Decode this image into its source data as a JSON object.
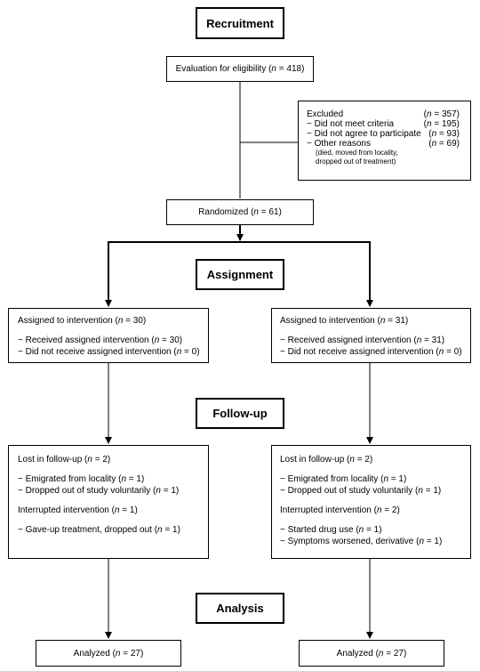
{
  "stages": {
    "recruitment": "Recruitment",
    "assignment": "Assignment",
    "followup": "Follow-up",
    "analysis": "Analysis"
  },
  "eligibility": {
    "pre": "Evaluation for eligibility (",
    "n": "n",
    "post": " = 418)"
  },
  "excluded": {
    "rows": [
      {
        "label": "Excluded",
        "pre": "(",
        "n": "n",
        "post": " = 357)"
      },
      {
        "label": "− Did not meet criteria",
        "pre": "(",
        "n": "n",
        "post": " = 195)"
      },
      {
        "label": "− Did not agree to participate",
        "pre": "(",
        "n": "n",
        "post": " = 93)"
      },
      {
        "label": "− Other reasons",
        "pre": "(",
        "n": "n",
        "post": " = 69)"
      }
    ],
    "note1": "(died, moved from locality,",
    "note2": "dropped out of treatment)"
  },
  "randomized": {
    "pre": "Randomized (",
    "n": "n",
    "post": " = 61)"
  },
  "assign_left": [
    {
      "pre": "Assigned to intervention (",
      "n": "n",
      "post": " = 30)"
    },
    {
      "pre": "− Received assigned intervention (",
      "n": "n",
      "post": " = 30)"
    },
    {
      "pre": "− Did not receive assigned intervention (",
      "n": "n",
      "post": " = 0)"
    }
  ],
  "assign_right": [
    {
      "pre": "Assigned to intervention (",
      "n": "n",
      "post": " = 31)"
    },
    {
      "pre": "− Received assigned intervention (",
      "n": "n",
      "post": " = 31)"
    },
    {
      "pre": "− Did not receive assigned intervention (",
      "n": "n",
      "post": " = 0)"
    }
  ],
  "follow_left": [
    {
      "pre": "Lost in follow-up (",
      "n": "n",
      "post": " = 2)"
    },
    {
      "pre": "− Emigrated from locality (",
      "n": "n",
      "post": " = 1)"
    },
    {
      "pre": "− Dropped out of study voluntarily (",
      "n": "n",
      "post": " = 1)"
    },
    {
      "pre": "Interrupted intervention (",
      "n": "n",
      "post": " = 1)"
    },
    {
      "pre": "− Gave-up treatment, dropped out (",
      "n": "n",
      "post": " = 1)"
    }
  ],
  "follow_right": [
    {
      "pre": "Lost in follow-up (",
      "n": "n",
      "post": " = 2)"
    },
    {
      "pre": "− Emigrated from locality (",
      "n": "n",
      "post": " = 1)"
    },
    {
      "pre": "− Dropped out of study voluntarily (",
      "n": "n",
      "post": " = 1)"
    },
    {
      "pre": "Interrupted intervention (",
      "n": "n",
      "post": " = 2)"
    },
    {
      "pre": "− Started drug use (",
      "n": "n",
      "post": " = 1)"
    },
    {
      "pre": "− Symptoms worsened, derivative (",
      "n": "n",
      "post": " = 1)"
    }
  ],
  "analyzed_left": {
    "pre": "Analyzed (",
    "n": "n",
    "post": " = 27)"
  },
  "analyzed_right": {
    "pre": "Analyzed (",
    "n": "n",
    "post": " = 27)"
  }
}
